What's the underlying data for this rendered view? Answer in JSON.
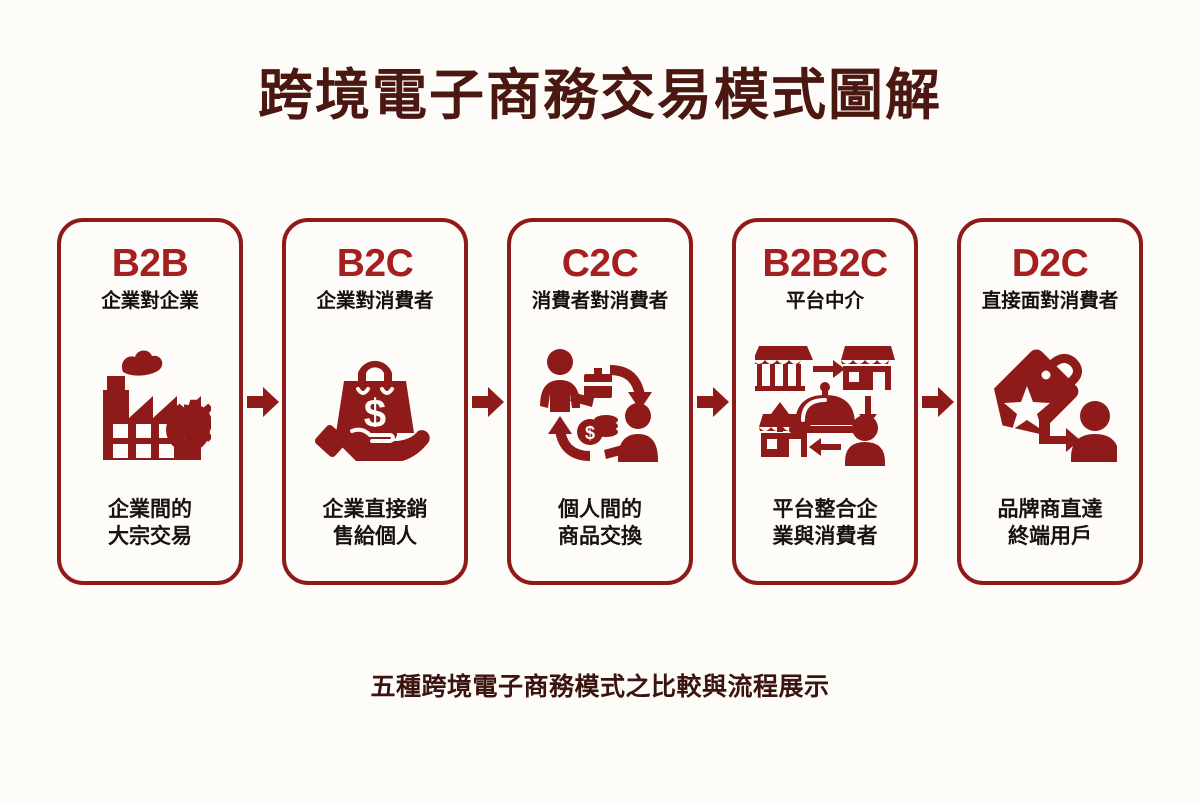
{
  "header": {
    "title": "跨境電子商務交易模式圖解"
  },
  "footer": {
    "caption": "五種跨境電子商務模式之比較與流程展示"
  },
  "colors": {
    "background": "#FDFCF9",
    "title_text": "#4A1810",
    "card_border": "#8E1A1A",
    "code_text": "#A42020",
    "subtitle_text": "#161010",
    "desc_text": "#1A120E",
    "icon_fill": "#8E1A1A",
    "arrow_fill": "#8E1A1A",
    "footer_text": "#3B1410"
  },
  "flow": {
    "arrow_icon": "right-arrow-icon",
    "arrow_count": 4,
    "direction": "left-to-right"
  },
  "cards": [
    {
      "code": "B2B",
      "subtitle": "企業對企業",
      "icon": "factory-gear-icon",
      "description": "企業間的\n大宗交易"
    },
    {
      "code": "B2C",
      "subtitle": "企業對消費者",
      "icon": "shopping-bag-hand-icon",
      "description": "企業直接銷\n售給個人"
    },
    {
      "code": "C2C",
      "subtitle": "消費者對消費者",
      "icon": "person-exchange-icon",
      "description": "個人間的\n商品交換"
    },
    {
      "code": "B2B2C",
      "subtitle": "平台中介",
      "icon": "platform-shops-cycle-icon",
      "description": "平台整合企\n業與消費者"
    },
    {
      "code": "D2C",
      "subtitle": "直接面對消費者",
      "icon": "price-tag-person-icon",
      "description": "品牌商直達\n終端用戶"
    }
  ]
}
